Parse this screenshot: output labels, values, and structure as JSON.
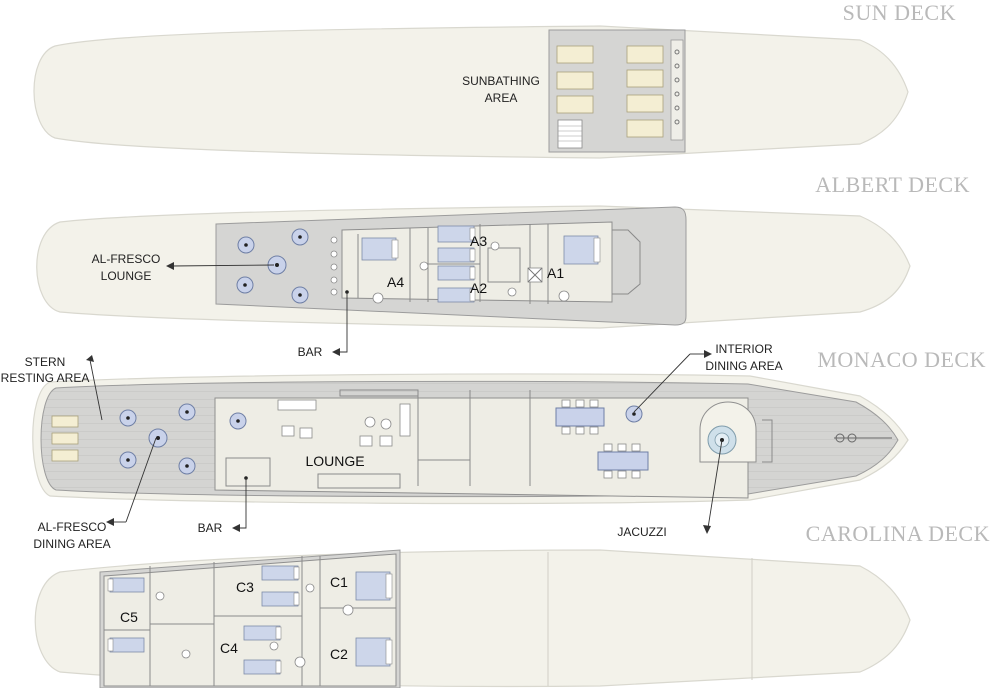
{
  "decks": {
    "sun": "SUN DECK",
    "albert": "ALBERT DECK",
    "monaco": "MONACO DECK",
    "carolina": "CAROLINA DECK"
  },
  "areas": {
    "sunbathing_1": "SUNBATHING",
    "sunbathing_2": "AREA",
    "alfresco_lounge_1": "AL-FRESCO",
    "alfresco_lounge_2": "LOUNGE",
    "bar_albert": "BAR",
    "stern_1": "STERN",
    "stern_2": "RESTING AREA",
    "interior_dining_1": "INTERIOR",
    "interior_dining_2": "DINING AREA",
    "lounge": "LOUNGE",
    "alfresco_dining_1": "AL-FRESCO",
    "alfresco_dining_2": "DINING AREA",
    "bar_monaco": "BAR",
    "jacuzzi": "JACUZZI"
  },
  "cabins": {
    "a1": "A1",
    "a2": "A2",
    "a3": "A3",
    "a4": "A4",
    "c1": "C1",
    "c2": "C2",
    "c3": "C3",
    "c4": "C4",
    "c5": "C5"
  }
}
